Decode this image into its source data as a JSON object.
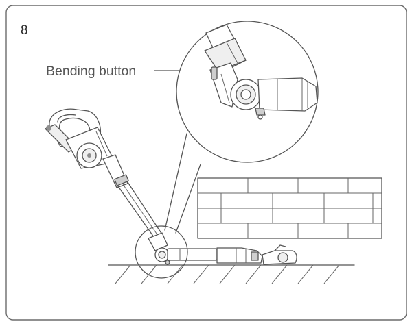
{
  "figure": {
    "step_number": "8",
    "callout_label": "Bending button"
  },
  "icons": {
    "vacuum": "stick-vacuum-bent",
    "magnifier": "detail-magnifier-circle",
    "wall": "brick-wall",
    "floor": "hatched-floor"
  },
  "colors": {
    "line": "#555555",
    "frame": "#6b6b6b",
    "background": "#ffffff"
  }
}
